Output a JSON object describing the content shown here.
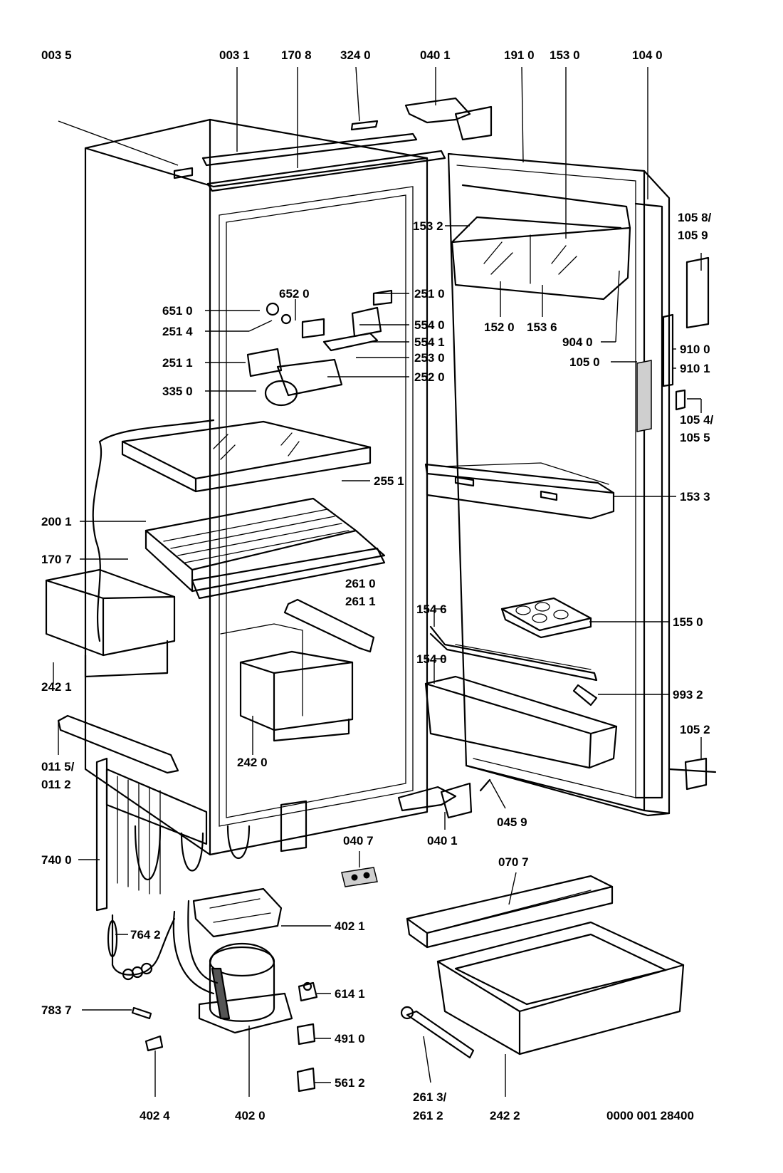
{
  "diagram": {
    "reference_number": "0000 001 28400",
    "labels": [
      {
        "id": "l0035",
        "text": "003 5"
      },
      {
        "id": "l0031",
        "text": "003 1"
      },
      {
        "id": "l1708",
        "text": "170 8"
      },
      {
        "id": "l3240",
        "text": "324 0"
      },
      {
        "id": "l0401a",
        "text": "040 1"
      },
      {
        "id": "l1910",
        "text": "191 0"
      },
      {
        "id": "l1530",
        "text": "153 0"
      },
      {
        "id": "l1040",
        "text": "104 0"
      },
      {
        "id": "l1058a",
        "text": "105 8/"
      },
      {
        "id": "l1058b",
        "text": "105 9"
      },
      {
        "id": "l1532",
        "text": "153 2"
      },
      {
        "id": "l2510",
        "text": "251 0"
      },
      {
        "id": "l6520",
        "text": "652 0"
      },
      {
        "id": "l6510",
        "text": "651 0"
      },
      {
        "id": "l2514",
        "text": "251 4"
      },
      {
        "id": "l5540",
        "text": "554 0"
      },
      {
        "id": "l1520",
        "text": "152 0"
      },
      {
        "id": "l1536",
        "text": "153 6"
      },
      {
        "id": "l5541",
        "text": "554 1"
      },
      {
        "id": "l9040",
        "text": "904 0"
      },
      {
        "id": "l9100",
        "text": "910 0"
      },
      {
        "id": "l2530",
        "text": "253 0"
      },
      {
        "id": "l2511",
        "text": "251 1"
      },
      {
        "id": "l1050",
        "text": "105 0"
      },
      {
        "id": "l9101",
        "text": "910 1"
      },
      {
        "id": "l2520",
        "text": "252 0"
      },
      {
        "id": "l3350",
        "text": "335 0"
      },
      {
        "id": "l1054a",
        "text": "105 4/"
      },
      {
        "id": "l1054b",
        "text": "105 5"
      },
      {
        "id": "l2551",
        "text": "255 1"
      },
      {
        "id": "l1533",
        "text": "153 3"
      },
      {
        "id": "l2001",
        "text": "200 1"
      },
      {
        "id": "l1707",
        "text": "170 7"
      },
      {
        "id": "l2610",
        "text": "261 0"
      },
      {
        "id": "l2611",
        "text": "261 1"
      },
      {
        "id": "l1546",
        "text": "154 6"
      },
      {
        "id": "l1550",
        "text": "155 0"
      },
      {
        "id": "l1540",
        "text": "154 0"
      },
      {
        "id": "l2421",
        "text": "242 1"
      },
      {
        "id": "l9932",
        "text": "993 2"
      },
      {
        "id": "l1052",
        "text": "105 2"
      },
      {
        "id": "l0115",
        "text": "011 5/"
      },
      {
        "id": "l0112",
        "text": "011 2"
      },
      {
        "id": "l2420",
        "text": "242 0"
      },
      {
        "id": "l0401b",
        "text": "040 1"
      },
      {
        "id": "l0459",
        "text": "045 9"
      },
      {
        "id": "l7400",
        "text": "740 0"
      },
      {
        "id": "l0407",
        "text": "040 7"
      },
      {
        "id": "l0707",
        "text": "070 7"
      },
      {
        "id": "l4021",
        "text": "402 1"
      },
      {
        "id": "l7642",
        "text": "764 2"
      },
      {
        "id": "l6141",
        "text": "614 1"
      },
      {
        "id": "l7837",
        "text": "783 7"
      },
      {
        "id": "l4910",
        "text": "491 0"
      },
      {
        "id": "l5612",
        "text": "561 2"
      },
      {
        "id": "l2613",
        "text": "261 3/"
      },
      {
        "id": "l2612",
        "text": "261 2"
      },
      {
        "id": "l4024",
        "text": "402 4"
      },
      {
        "id": "l4020",
        "text": "402 0"
      },
      {
        "id": "l2422",
        "text": "242 2"
      }
    ]
  }
}
